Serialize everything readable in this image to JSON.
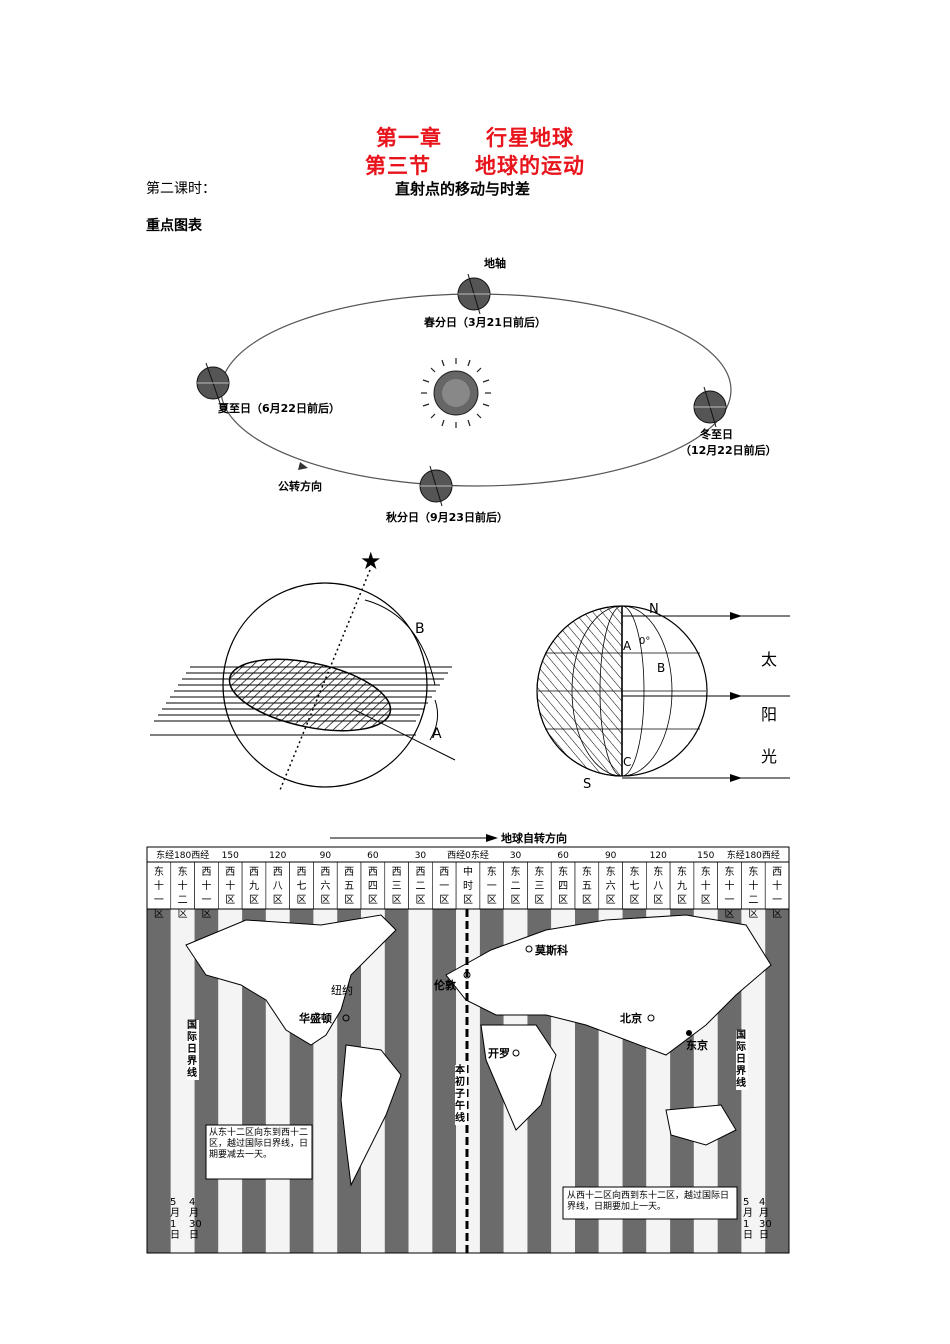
{
  "header": {
    "chapter": "第一章　　行星地球",
    "section": "第三节　　地球的运动",
    "lesson": "第二课时：",
    "topic": "直射点的移动与时差",
    "key_figures": "重点图表"
  },
  "orbit_figure": {
    "axis_label": "地轴",
    "spring_equinox": "春分日（3月21日前后）",
    "summer_solstice": "夏至日（6月22日前后）",
    "winter_solstice_1": "冬至日",
    "winter_solstice_2": "（12月22日前后）",
    "autumn_equinox": "秋分日（9月23日前后）",
    "revolution_direction": "公转方向"
  },
  "angle_figure": {
    "label_a": "A",
    "label_b": "B"
  },
  "globe_figure": {
    "north": "N",
    "south": "S",
    "point_a": "A",
    "point_b": "B",
    "point_c": "C",
    "angle": "0°",
    "sun_chars": [
      "太",
      "阳",
      "光"
    ]
  },
  "timezone_map": {
    "rotation_label": "地球自转方向",
    "longitudes": [
      "东经180西经",
      "150",
      "120",
      "90",
      "60",
      "30",
      "西经0东经",
      "30",
      "60",
      "90",
      "120",
      "150",
      "东经180西经"
    ],
    "zones": [
      "东十一区",
      "东十二区",
      "西十一区",
      "西十区",
      "西九区",
      "西八区",
      "西七区",
      "西六区",
      "西五区",
      "西四区",
      "西三区",
      "西二区",
      "西一区",
      "中时区",
      "东一区",
      "东二区",
      "东三区",
      "东四区",
      "东五区",
      "东六区",
      "东七区",
      "东八区",
      "东九区",
      "东十区",
      "东十一区",
      "东十二区",
      "西十一区"
    ],
    "cities": {
      "moscow": "莫斯科",
      "london": "伦敦",
      "new_york": "纽约",
      "washington": "华盛顿",
      "beijing": "北京",
      "tokyo": "东京",
      "cairo": "开罗"
    },
    "idl_label": "国际日界线",
    "prime_meridian": "本初子午线",
    "note_west": "从东十二区向东到西十二区，越过国际日界线，日期要减去一天。",
    "note_east": "从西十二区向西到东十二区，越过国际日界线，日期要加上一天。",
    "date_left_1": "5月1日",
    "date_left_2": "4月30日",
    "date_right_1": "5月1日",
    "date_right_2": "4月30日"
  }
}
